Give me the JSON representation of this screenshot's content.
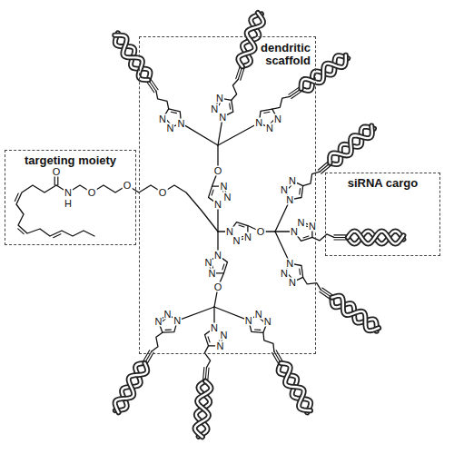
{
  "diagram": {
    "nodes": [
      {
        "text": [
          "targeting moiety"
        ]
      },
      {
        "text": [
          "dendritic scaffold"
        ]
      },
      {
        "text": [
          "siRNA cargo"
        ]
      }
    ],
    "labels": [
      "N",
      "N",
      "N",
      "N",
      "N",
      "N",
      "N",
      "N",
      "N",
      "N",
      "N",
      "N",
      "N",
      "N",
      "N",
      "N",
      "N",
      "N",
      "N",
      "N",
      "N",
      "N",
      "N",
      "N",
      "N",
      "N",
      "N",
      "N",
      "N",
      "N",
      "N",
      "N",
      "N",
      "N",
      "N",
      "N",
      "O",
      "O",
      "O",
      "O",
      "N",
      "H",
      "O",
      "O",
      "O"
    ]
  }
}
